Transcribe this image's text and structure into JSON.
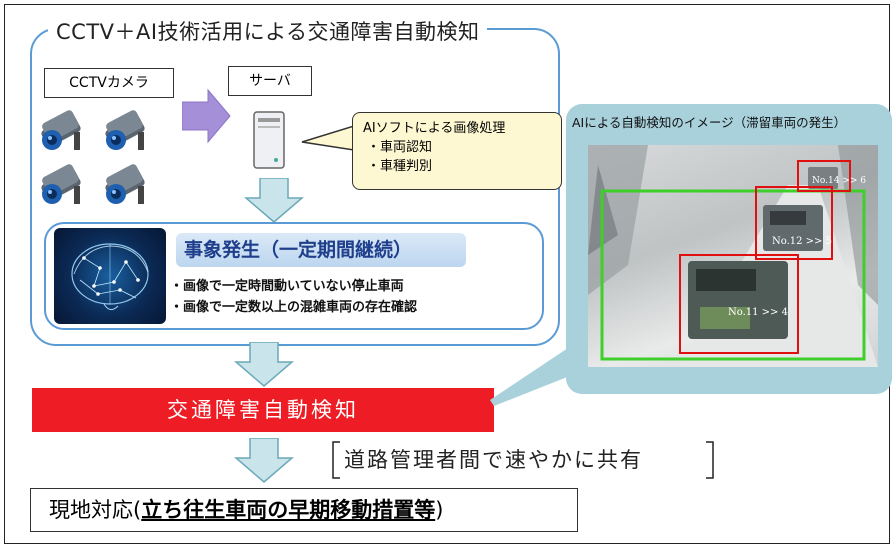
{
  "header": {
    "title": "CCTV＋AI技術活用による交通障害自動検知"
  },
  "cctv": {
    "label": "CCTVカメラ"
  },
  "server": {
    "label": "サーバ"
  },
  "ai_callout": {
    "title": "AIソフトによる画像処理",
    "items": [
      "・車両認知",
      "・車種判別"
    ]
  },
  "event": {
    "title": "事象発生（一定期間継続）",
    "bullets": [
      "・画像で一定時間動いていない停止車両",
      "・画像で一定数以上の混雑車両の存在確認"
    ]
  },
  "detection": {
    "label": "交通障害自動検知"
  },
  "share": {
    "label": "道路管理者間で速やかに共有"
  },
  "final": {
    "prefix": "現地対応(",
    "emphasis": "立ち往生車両の早期移動措置等",
    "suffix": ")"
  },
  "image_panel": {
    "caption": "AIによる自動検知のイメージ（滞留車両の発生）",
    "labels": [
      "No.14 >> 6",
      "No.12 >> 5",
      "No.11 >> 4"
    ]
  },
  "colors": {
    "accent_blue": "#5b9bd5",
    "alert_red": "#ee1c24",
    "arrow_fill": "#c9e4ea",
    "detect_green": "#3ecf2a",
    "detect_red": "#e01010"
  }
}
